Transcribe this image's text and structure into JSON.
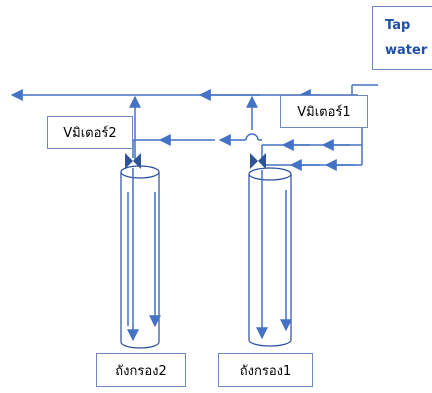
{
  "tap_water": {
    "line1": "Tap",
    "line2": "water"
  },
  "meters": {
    "meter1": "Vมิเตอร์1",
    "meter2": "Vมิเตอร์2"
  },
  "tanks": {
    "tank1": "ถังกรอง1",
    "tank2": "ถังกรอง2"
  },
  "colors": {
    "pipe": "#4472c4",
    "tank": "#2b4e9b",
    "valve": "#2f5597",
    "box_border": "#6f87c2",
    "tap_text": "#1f4fa8"
  }
}
